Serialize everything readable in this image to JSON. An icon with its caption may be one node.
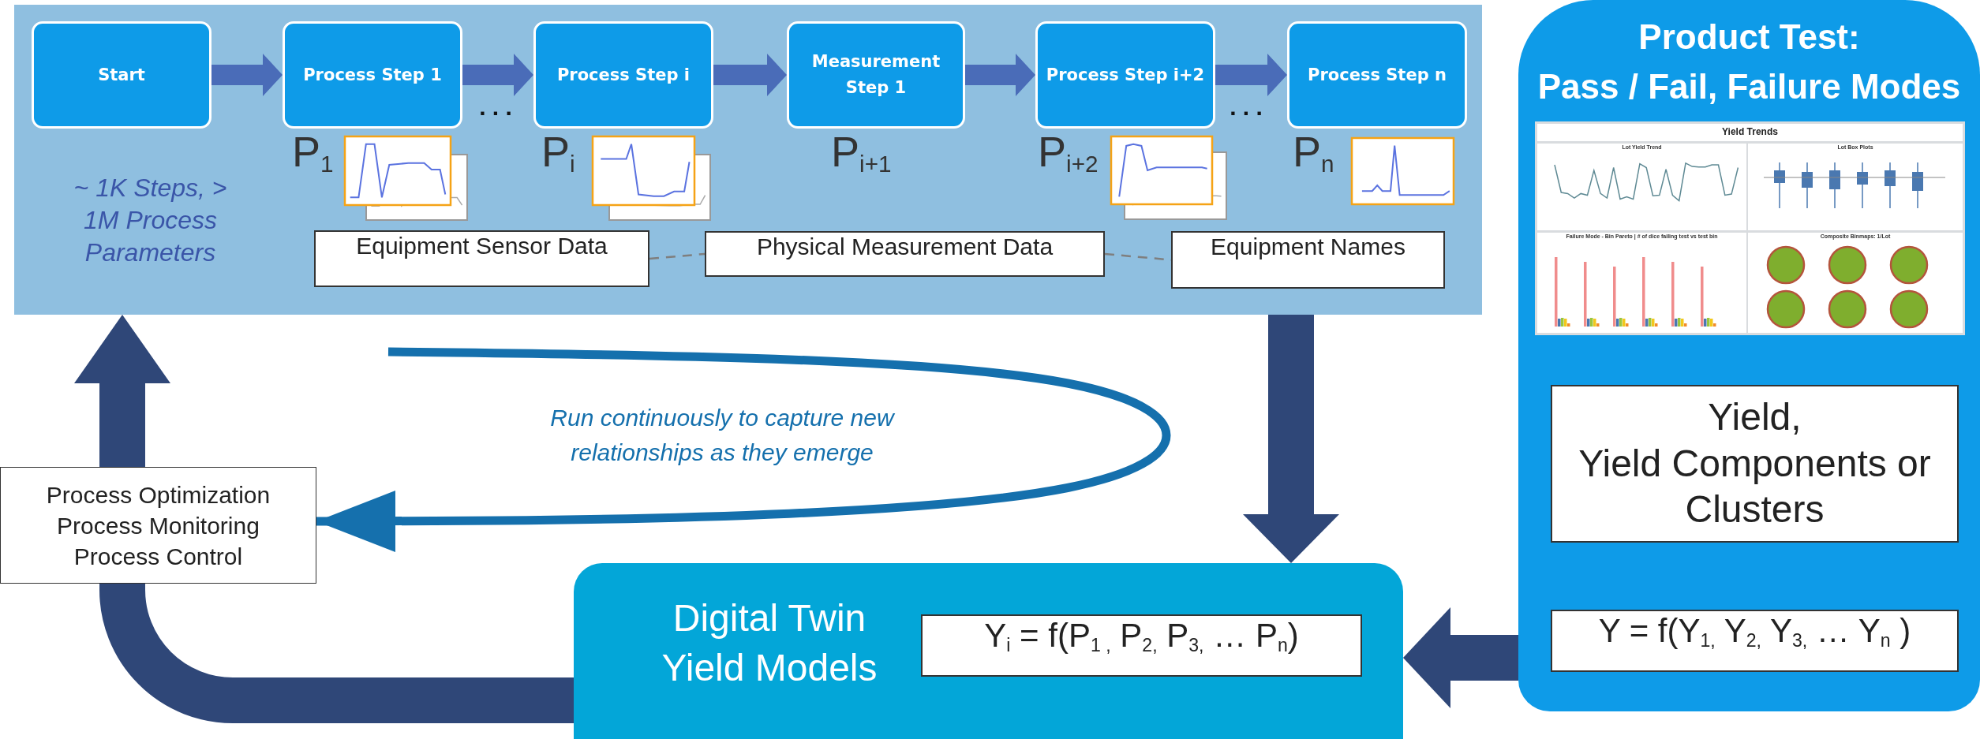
{
  "diagram": {
    "nodes": [
      {
        "text": [
          "~ 1K Steps, > 1M Process Parameters"
        ]
      },
      {
        "text": [
          "Start"
        ],
        "in": 0
      },
      {
        "text": [
          "Process Step 1"
        ],
        "in": 0,
        "beside": [
          "P$_{1}$"
        ]
      },
      {
        "text": [
          "Process Step i"
        ],
        "in": 0,
        "beside": [
          "P$_{i}$"
        ]
      },
      {
        "text": [
          "Measurement Step 1"
        ],
        "in": 0,
        "beside": [
          "P$_{i+1}$"
        ]
      },
      {
        "text": [
          "Process Step i+2"
        ],
        "in": 0,
        "beside": [
          "P$_{i+2}$"
        ]
      },
      {
        "text": [
          "Process Step n"
        ],
        "in": 0,
        "beside": [
          "P$_{n}$"
        ]
      },
      {
        "text": [
          "Equipment Sensor Data"
        ],
        "in": 0
      },
      {
        "text": [
          "Physical Measurement Data"
        ],
        "in": 0
      },
      {
        "text": [
          "Equipment Names"
        ],
        "in": 0
      },
      {
        "text": [
          "Product Test:",
          "Pass / Fail, Failure Modes"
        ]
      },
      {
        "text": [
          "Yield,",
          "Yield Components or Clusters"
        ],
        "in": 10
      },
      {
        "text": [
          "Y = f(Y$_{1,}$ Y$_{2,}$ Y$_{3,}$ … Y$_{n}$ )"
        ],
        "in": 10
      },
      {
        "text": [
          "Process Optimization Process Monitoring Process Control"
        ]
      },
      {
        "text": [
          "Digital Twin Yield Models"
        ]
      },
      {
        "text": [
          "Y$_{i}$ = f(P$_{1 ,}$ P$_{2,}$ P$_{3,}$ … P$_{n}$)"
        ],
        "in": 14
      }
    ],
    "edges": [
      {
        "from": 1,
        "to": 2,
        "arrow": "to",
        "style": "thick"
      },
      {
        "from": 2,
        "to": 3,
        "arrow": "to",
        "style": "thick"
      },
      {
        "from": 3,
        "to": 4,
        "arrow": "to",
        "style": "thick"
      },
      {
        "from": 4,
        "to": 5,
        "arrow": "to",
        "style": "thick"
      },
      {
        "from": 5,
        "to": 6,
        "arrow": "to",
        "style": "thick"
      },
      {
        "from": 7,
        "to": 8,
        "arrow": "none",
        "style": "dashed",
        "color": "#7f7f7f"
      },
      {
        "from": 8,
        "to": 9,
        "arrow": "none",
        "style": "dashed",
        "color": "#7f7f7f"
      },
      {
        "from": 0,
        "to": 14,
        "arrow": "to",
        "style": "thick",
        "color": "#2f4778"
      },
      {
        "from": 10,
        "to": 14,
        "arrow": "to",
        "style": "thick",
        "color": "#2f4778"
      },
      {
        "from": 14,
        "to": 13,
        "arrow": "none",
        "style": "thick",
        "color": "#2f4778"
      },
      {
        "from": 13,
        "to": 0,
        "arrow": "to",
        "style": "thick",
        "color": "#2f4778"
      },
      {
        "from": null,
        "to": 13,
        "arrow": "to",
        "style": "thick",
        "label": "Run continuously to capture new relationships as they emerge",
        "color": "#1570ad"
      }
    ],
    "labels": [
      ". . .",
      ". . .",
      "Yield Trends",
      "Lot Yield Trend",
      "Lot Box Plots",
      "Failure Mode - Bin Pareto | # of dice failing test vs test bin",
      "Composite Binmaps: 1/Lot"
    ]
  }
}
